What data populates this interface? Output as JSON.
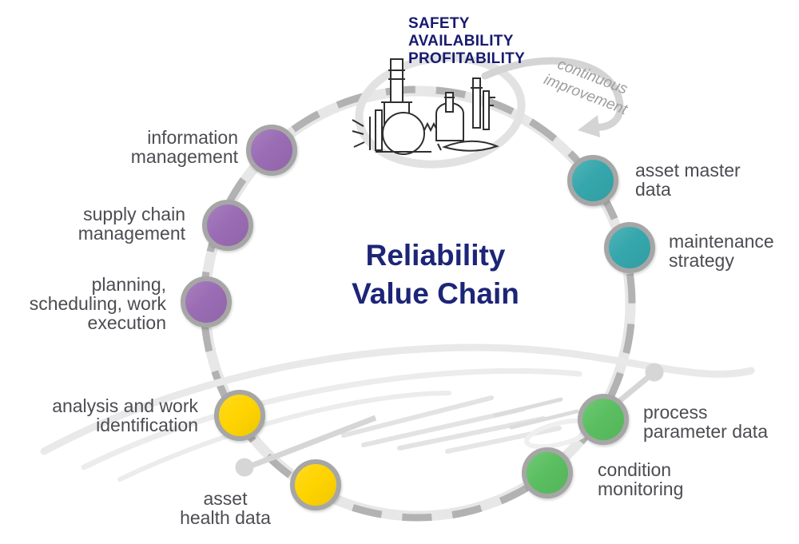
{
  "diagram": {
    "title": "Reliability\nValue Chain",
    "goals": "SAFETY\nAVAILABILITY\nPROFITABILITY",
    "cycle_annotation": "continuous\nimprovement",
    "nodes": [
      {
        "label": "asset master\ndata",
        "color": "#35a7ac",
        "color_name": "teal"
      },
      {
        "label": "maintenance\nstrategy",
        "color": "#35a7ac",
        "color_name": "teal"
      },
      {
        "label": "process\nparameter data",
        "color": "#5abf60",
        "color_name": "green"
      },
      {
        "label": "condition\nmonitoring",
        "color": "#5abf60",
        "color_name": "green"
      },
      {
        "label": "asset\nhealth data",
        "color": "#ffd400",
        "color_name": "yellow"
      },
      {
        "label": "analysis and work\nidentification",
        "color": "#ffd400",
        "color_name": "yellow"
      },
      {
        "label": "planning,\nscheduling, work\nexecution",
        "color": "#9a6cb4",
        "color_name": "purple"
      },
      {
        "label": "supply chain\nmanagement",
        "color": "#9a6cb4",
        "color_name": "purple"
      },
      {
        "label": "information\nmanagement",
        "color": "#9a6cb4",
        "color_name": "purple"
      }
    ],
    "colors": {
      "node_ring_silver": "#a6a6a6",
      "track_band": "#e7e7e7",
      "track_dash": "#b2b2b2",
      "label_gray": "#4c4c52",
      "annotation_gray": "#9d9d9d",
      "navy": "#1c2577"
    }
  }
}
